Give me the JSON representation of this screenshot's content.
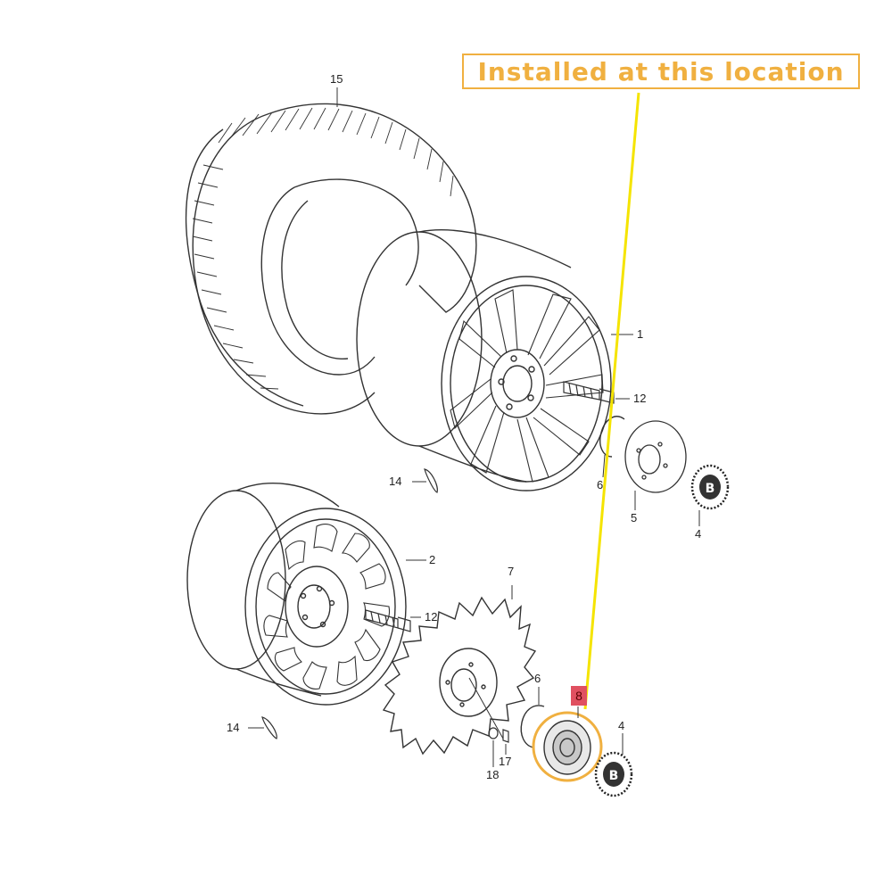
{
  "callout": {
    "text": "Installed at this location"
  },
  "labels": {
    "l15": "15",
    "l1": "1",
    "l12a": "12",
    "l6a": "6",
    "l5": "5",
    "l4a": "4",
    "l14a": "14",
    "l2": "2",
    "l12b": "12",
    "l7": "7",
    "l6b": "6",
    "l8": "8",
    "l4b": "4",
    "l14b": "14",
    "l17": "17",
    "l18": "18"
  },
  "colors": {
    "callout_orange": "#f0b040",
    "pointer_yellow": "#f5e400",
    "highlight_orange": "#f0b040",
    "tag_red": "#e05060",
    "line_art": "#333333"
  }
}
